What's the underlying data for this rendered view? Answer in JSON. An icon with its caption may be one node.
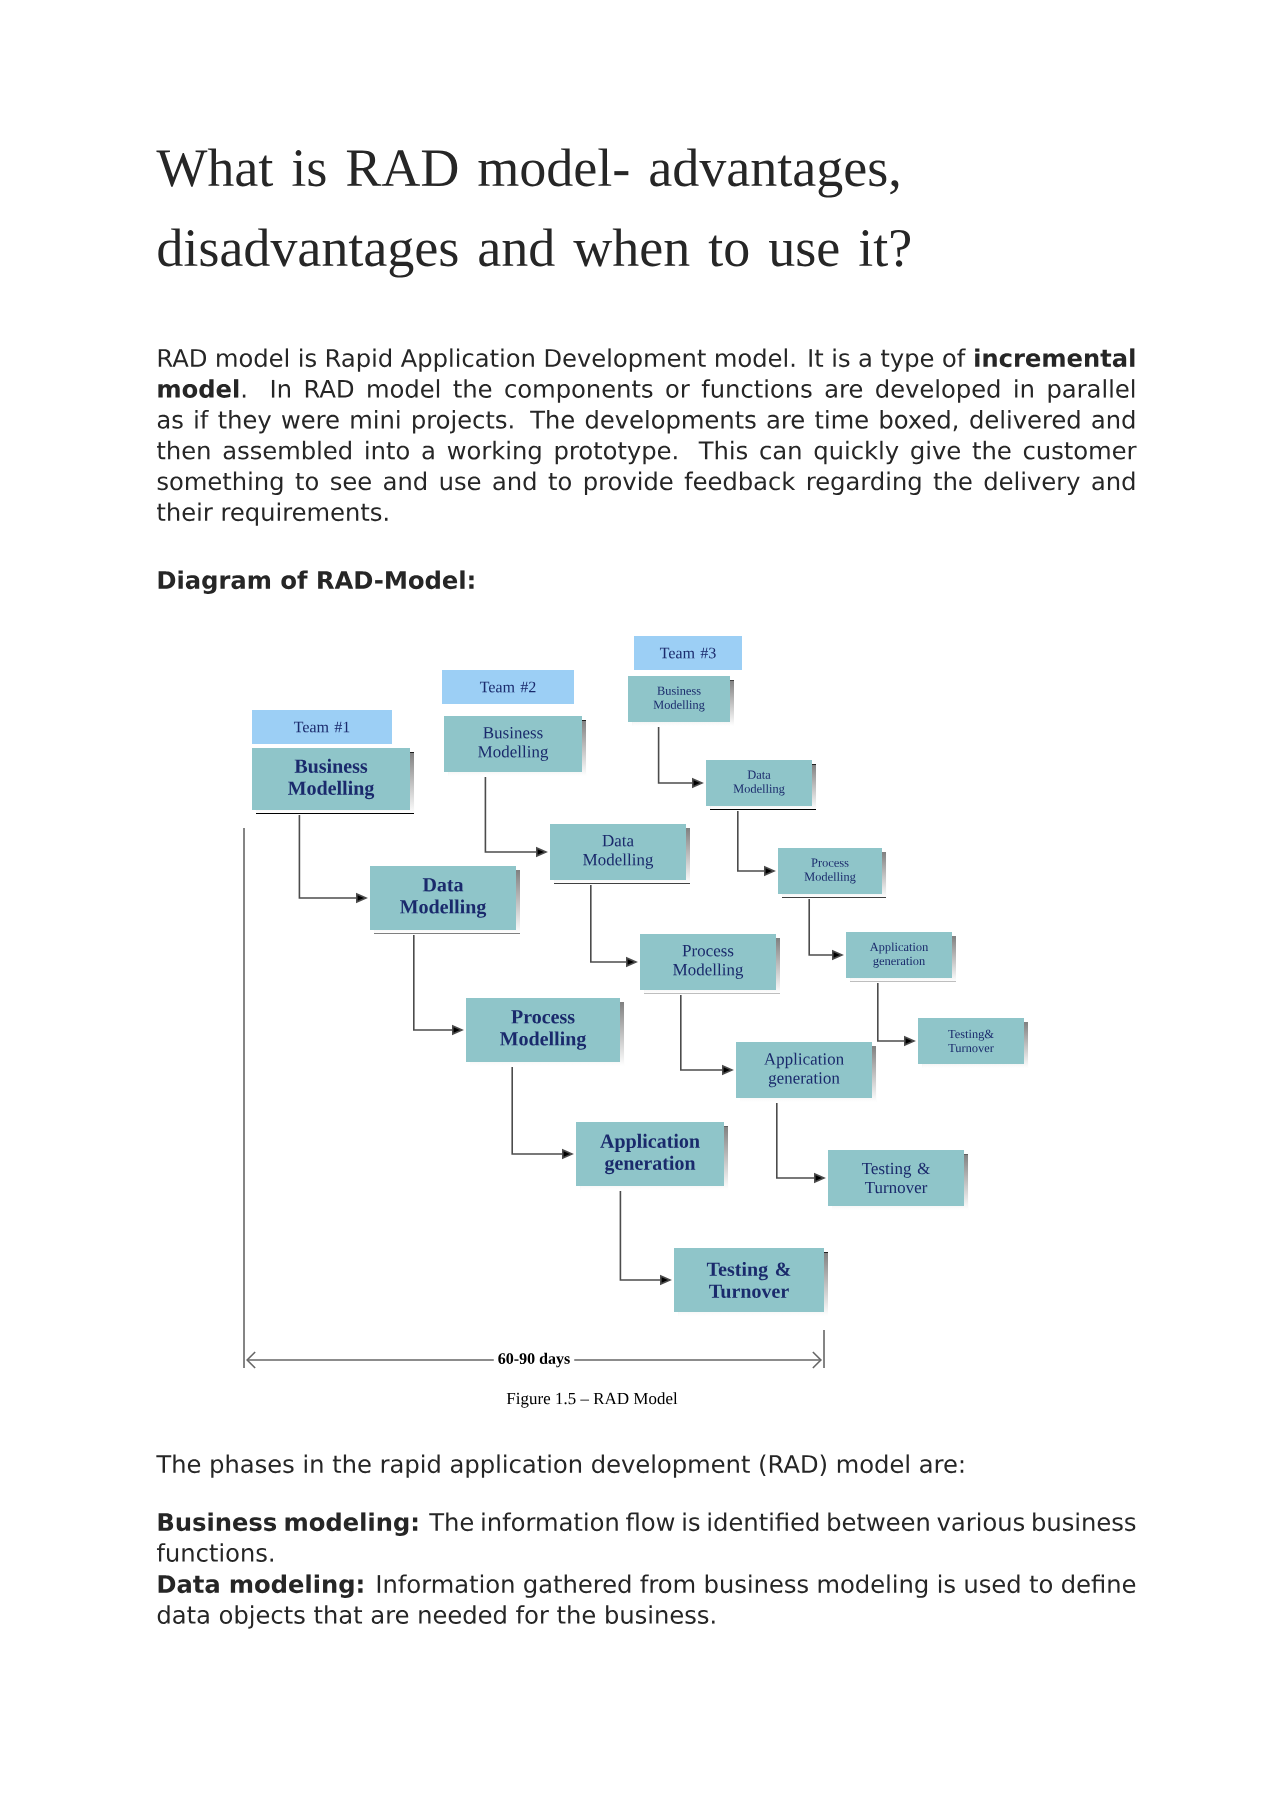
{
  "diagram": {
    "title": "What is RAD model- advantages, disadvantages and when to use it?",
    "caption": "Figure 1.5 – RAD Model",
    "nodes": [
      {
        "text": [
          "Team #1"
        ]
      },
      {
        "text": [
          "Business Modelling"
        ]
      },
      {
        "text": [
          "Data Modelling"
        ]
      },
      {
        "text": [
          "Process Modelling"
        ]
      },
      {
        "text": [
          "Application generation"
        ]
      },
      {
        "text": [
          "Testing & Turnover"
        ]
      },
      {
        "text": [
          "Team #2"
        ]
      },
      {
        "text": [
          "Business Modelling"
        ]
      },
      {
        "text": [
          "Data Modelling"
        ]
      },
      {
        "text": [
          "Process Modelling"
        ]
      },
      {
        "text": [
          "Application generation"
        ]
      },
      {
        "text": [
          "Testing & Turnover"
        ]
      },
      {
        "text": [
          "Team #3"
        ]
      },
      {
        "text": [
          "Business Modelling"
        ]
      },
      {
        "text": [
          "Data Modelling"
        ]
      },
      {
        "text": [
          "Process Modelling"
        ]
      },
      {
        "text": [
          "Application generation"
        ]
      },
      {
        "text": [
          "Testing& Turnover"
        ]
      }
    ],
    "edges": [
      {
        "from": 1,
        "to": 2,
        "arrow": "to"
      },
      {
        "from": 2,
        "to": 3,
        "arrow": "to"
      },
      {
        "from": 3,
        "to": 4,
        "arrow": "to"
      },
      {
        "from": 4,
        "to": 5,
        "arrow": "to"
      },
      {
        "from": 7,
        "to": 8,
        "arrow": "to"
      },
      {
        "from": 8,
        "to": 9,
        "arrow": "to"
      },
      {
        "from": 9,
        "to": 10,
        "arrow": "to"
      },
      {
        "from": 10,
        "to": 11,
        "arrow": "to"
      },
      {
        "from": 13,
        "to": 14,
        "arrow": "to"
      },
      {
        "from": 14,
        "to": 15,
        "arrow": "to"
      },
      {
        "from": 15,
        "to": 16,
        "arrow": "to"
      },
      {
        "from": 16,
        "to": 17,
        "arrow": "to"
      }
    ],
    "labels": [
      "RAD model is Rapid Application Development model. It is a type of **incremental model**. In RAD model the components or functions are developed in parallel as if they were mini projects. The developments are time boxed, delivered and then assembled into a working prototype.  This can quickly give the customer something to see and use and to provide feedback regarding the delivery and their requirements.",
      "Diagram of RAD-Model:",
      "60-90 days",
      "The phases in the rapid application development (RAD) model are:",
      "**Business modeling:** The information flow is identified between various business functions.",
      "**Data modeling:** Information gathered from business modeling is used to define data objects that are needed for the business."
    ]
  }
}
